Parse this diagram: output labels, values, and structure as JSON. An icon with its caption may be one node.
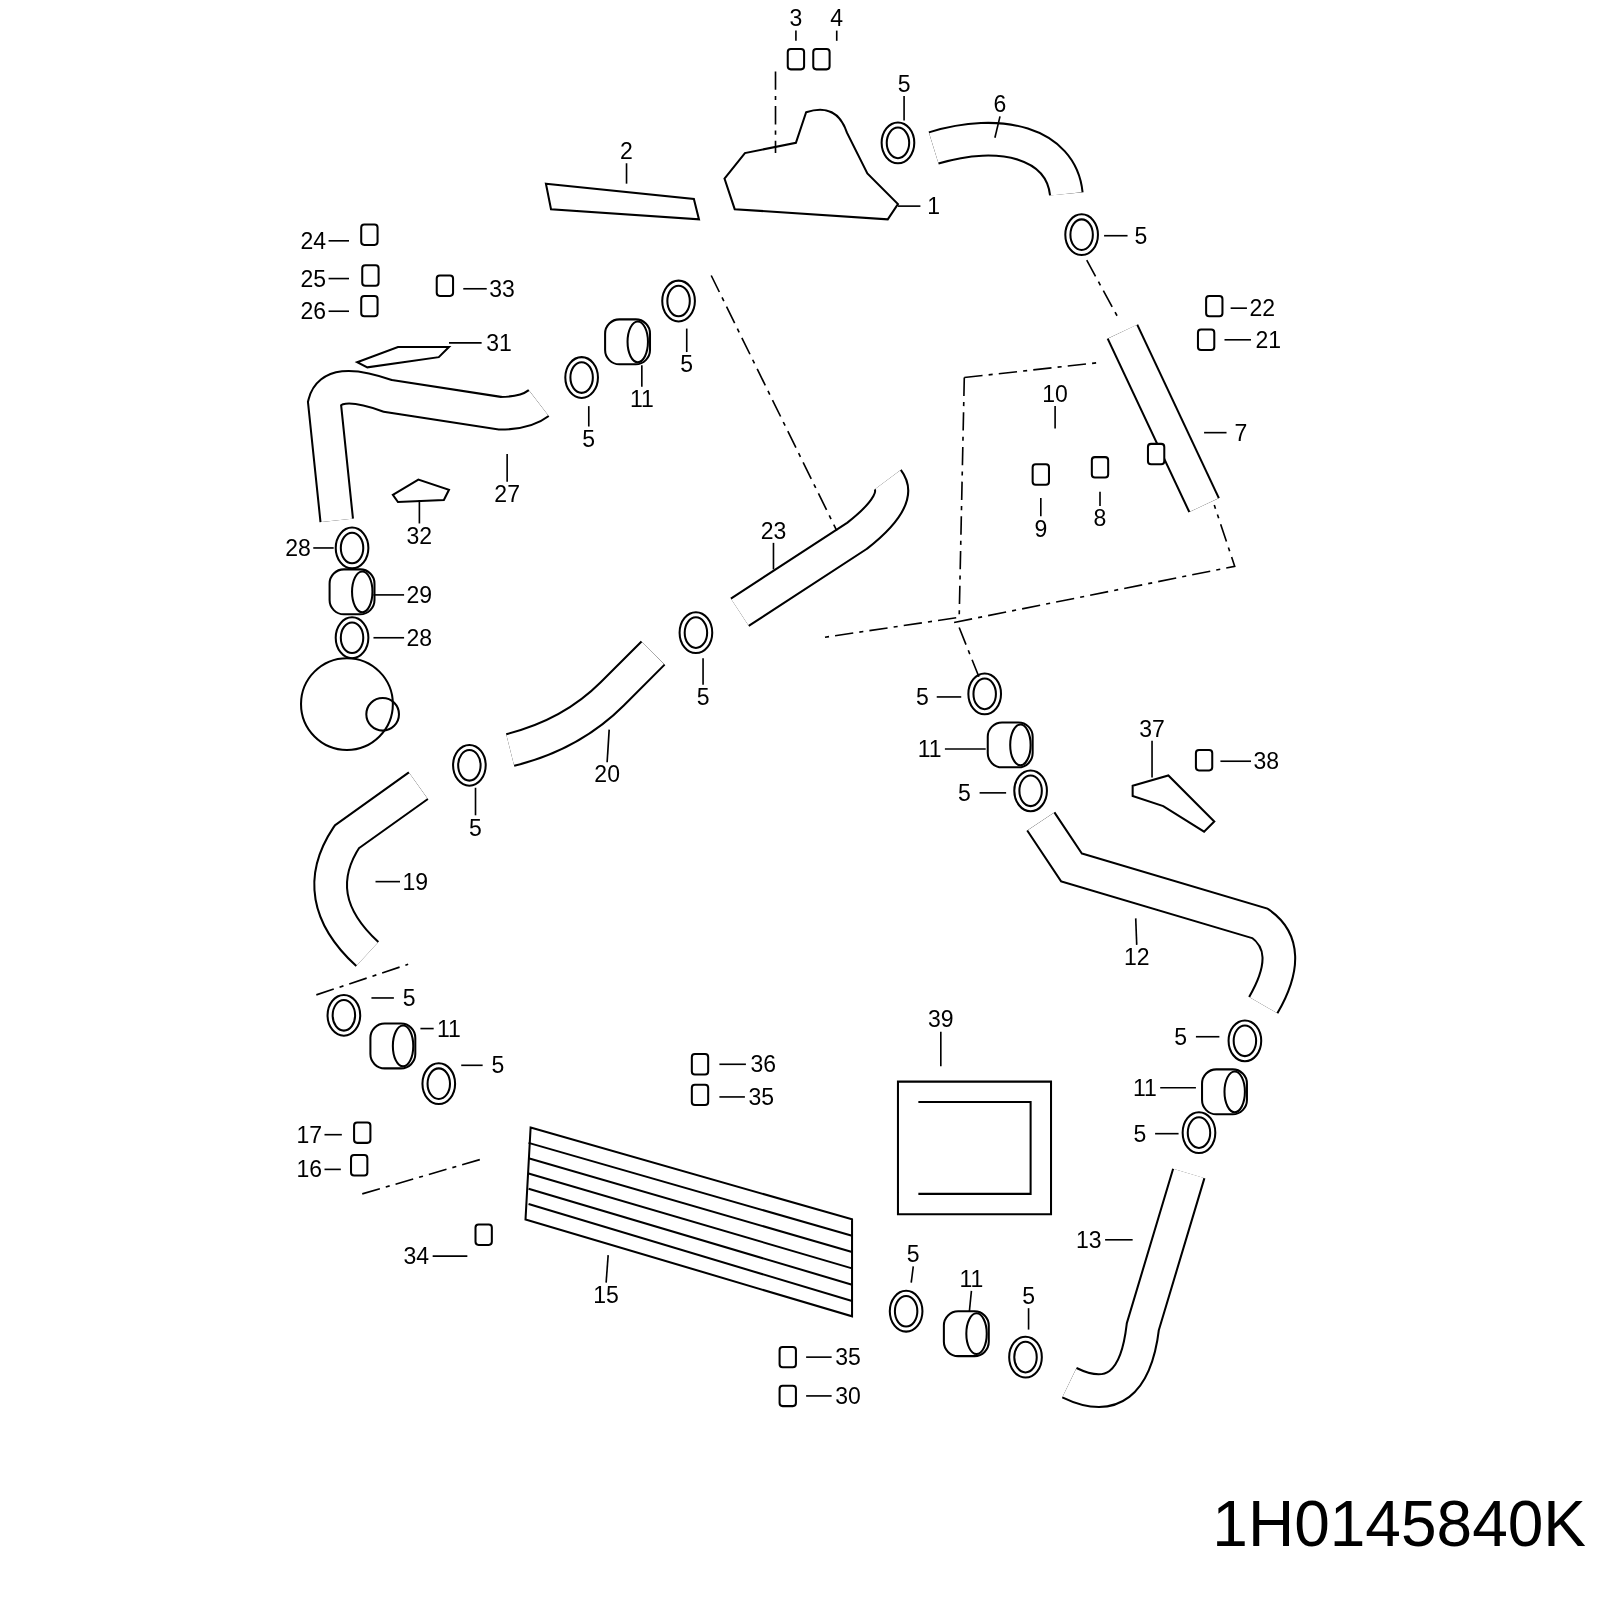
{
  "diagram": {
    "nodes": [
      {
        "text": [
          "3"
        ]
      },
      {
        "text": [
          "4"
        ]
      },
      {
        "text": [
          "5"
        ]
      },
      {
        "text": [
          "6"
        ]
      },
      {
        "text": [
          "2"
        ]
      },
      {
        "text": [
          "1"
        ]
      },
      {
        "text": [
          "5"
        ]
      },
      {
        "text": [
          "24"
        ]
      },
      {
        "text": [
          "25"
        ]
      },
      {
        "text": [
          "33"
        ]
      },
      {
        "text": [
          "22"
        ]
      },
      {
        "text": [
          "26"
        ]
      },
      {
        "text": [
          "21"
        ]
      },
      {
        "text": [
          "31"
        ]
      },
      {
        "text": [
          "5"
        ]
      },
      {
        "text": [
          "10"
        ]
      },
      {
        "text": [
          "11"
        ]
      },
      {
        "text": [
          "7"
        ]
      },
      {
        "text": [
          "5"
        ]
      },
      {
        "text": [
          "27"
        ]
      },
      {
        "text": [
          "9"
        ]
      },
      {
        "text": [
          "8"
        ]
      },
      {
        "text": [
          "23"
        ]
      },
      {
        "text": [
          "32"
        ]
      },
      {
        "text": [
          "28"
        ]
      },
      {
        "text": [
          "29"
        ]
      },
      {
        "text": [
          "28"
        ]
      },
      {
        "text": [
          "5"
        ]
      },
      {
        "text": [
          "5"
        ]
      },
      {
        "text": [
          "37"
        ]
      },
      {
        "text": [
          "11"
        ]
      },
      {
        "text": [
          "38"
        ]
      },
      {
        "text": [
          "20"
        ]
      },
      {
        "text": [
          "5"
        ]
      },
      {
        "text": [
          "5"
        ]
      },
      {
        "text": [
          "19"
        ]
      },
      {
        "text": [
          "12"
        ]
      },
      {
        "text": [
          "5"
        ]
      },
      {
        "text": [
          "39"
        ]
      },
      {
        "text": [
          "11"
        ]
      },
      {
        "text": [
          "5"
        ]
      },
      {
        "text": [
          "5"
        ]
      },
      {
        "text": [
          "36"
        ]
      },
      {
        "text": [
          "11"
        ]
      },
      {
        "text": [
          "35"
        ]
      },
      {
        "text": [
          "17"
        ]
      },
      {
        "text": [
          "5"
        ]
      },
      {
        "text": [
          "16"
        ]
      },
      {
        "text": [
          "13"
        ]
      },
      {
        "text": [
          "34"
        ]
      },
      {
        "text": [
          "5"
        ]
      },
      {
        "text": [
          "11"
        ]
      },
      {
        "text": [
          "15"
        ]
      },
      {
        "text": [
          "5"
        ]
      },
      {
        "text": [
          "35"
        ]
      },
      {
        "text": [
          "30"
        ]
      }
    ],
    "edges": [
      {
        "from": 0,
        "to": null,
        "arrow": "none"
      },
      {
        "from": 1,
        "to": null,
        "arrow": "none"
      },
      {
        "from": 2,
        "to": null,
        "arrow": "none"
      },
      {
        "from": 3,
        "to": null,
        "arrow": "none"
      },
      {
        "from": 4,
        "to": null,
        "arrow": "none"
      },
      {
        "from": 5,
        "to": null,
        "arrow": "none"
      },
      {
        "from": 6,
        "to": null,
        "arrow": "none"
      },
      {
        "from": 7,
        "to": null,
        "arrow": "none"
      },
      {
        "from": 8,
        "to": null,
        "arrow": "none"
      },
      {
        "from": 9,
        "to": null,
        "arrow": "none"
      },
      {
        "from": 10,
        "to": null,
        "arrow": "none"
      },
      {
        "from": 11,
        "to": null,
        "arrow": "none"
      },
      {
        "from": 12,
        "to": null,
        "arrow": "none"
      },
      {
        "from": 13,
        "to": null,
        "arrow": "none"
      },
      {
        "from": 14,
        "to": null,
        "arrow": "none"
      },
      {
        "from": 15,
        "to": null,
        "arrow": "none"
      },
      {
        "from": 16,
        "to": null,
        "arrow": "none"
      },
      {
        "from": 17,
        "to": null,
        "arrow": "none"
      },
      {
        "from": 18,
        "to": null,
        "arrow": "none"
      },
      {
        "from": 19,
        "to": null,
        "arrow": "none"
      },
      {
        "from": 20,
        "to": null,
        "arrow": "none"
      },
      {
        "from": 21,
        "to": null,
        "arrow": "none"
      },
      {
        "from": 22,
        "to": null,
        "arrow": "none"
      },
      {
        "from": 23,
        "to": null,
        "arrow": "none"
      },
      {
        "from": 24,
        "to": null,
        "arrow": "none"
      },
      {
        "from": 25,
        "to": null,
        "arrow": "none"
      },
      {
        "from": 26,
        "to": null,
        "arrow": "none"
      },
      {
        "from": 27,
        "to": null,
        "arrow": "none"
      },
      {
        "from": 28,
        "to": null,
        "arrow": "none"
      },
      {
        "from": 29,
        "to": null,
        "arrow": "none"
      },
      {
        "from": 30,
        "to": null,
        "arrow": "none"
      },
      {
        "from": 31,
        "to": null,
        "arrow": "none"
      },
      {
        "from": 32,
        "to": null,
        "arrow": "none"
      },
      {
        "from": 33,
        "to": null,
        "arrow": "none"
      },
      {
        "from": 34,
        "to": null,
        "arrow": "none"
      },
      {
        "from": 35,
        "to": null,
        "arrow": "none"
      },
      {
        "from": 36,
        "to": null,
        "arrow": "none"
      },
      {
        "from": 37,
        "to": null,
        "arrow": "none"
      },
      {
        "from": 38,
        "to": null,
        "arrow": "none"
      },
      {
        "from": 39,
        "to": null,
        "arrow": "none"
      },
      {
        "from": 40,
        "to": null,
        "arrow": "none"
      },
      {
        "from": 41,
        "to": null,
        "arrow": "none"
      },
      {
        "from": 42,
        "to": null,
        "arrow": "none"
      },
      {
        "from": 43,
        "to": null,
        "arrow": "none"
      },
      {
        "from": 44,
        "to": null,
        "arrow": "none"
      },
      {
        "from": 45,
        "to": null,
        "arrow": "none"
      },
      {
        "from": 46,
        "to": null,
        "arrow": "none"
      },
      {
        "from": 47,
        "to": null,
        "arrow": "none"
      },
      {
        "from": 48,
        "to": null,
        "arrow": "none"
      },
      {
        "from": 49,
        "to": null,
        "arrow": "none"
      },
      {
        "from": 50,
        "to": null,
        "arrow": "none"
      },
      {
        "from": 51,
        "to": null,
        "arrow": "none"
      },
      {
        "from": 52,
        "to": null,
        "arrow": "none"
      },
      {
        "from": 53,
        "to": null,
        "arrow": "none"
      },
      {
        "from": 54,
        "to": null,
        "arrow": "none"
      },
      {
        "from": 55,
        "to": null,
        "arrow": "none"
      }
    ],
    "labels": [
      "1H0145840K"
    ]
  }
}
